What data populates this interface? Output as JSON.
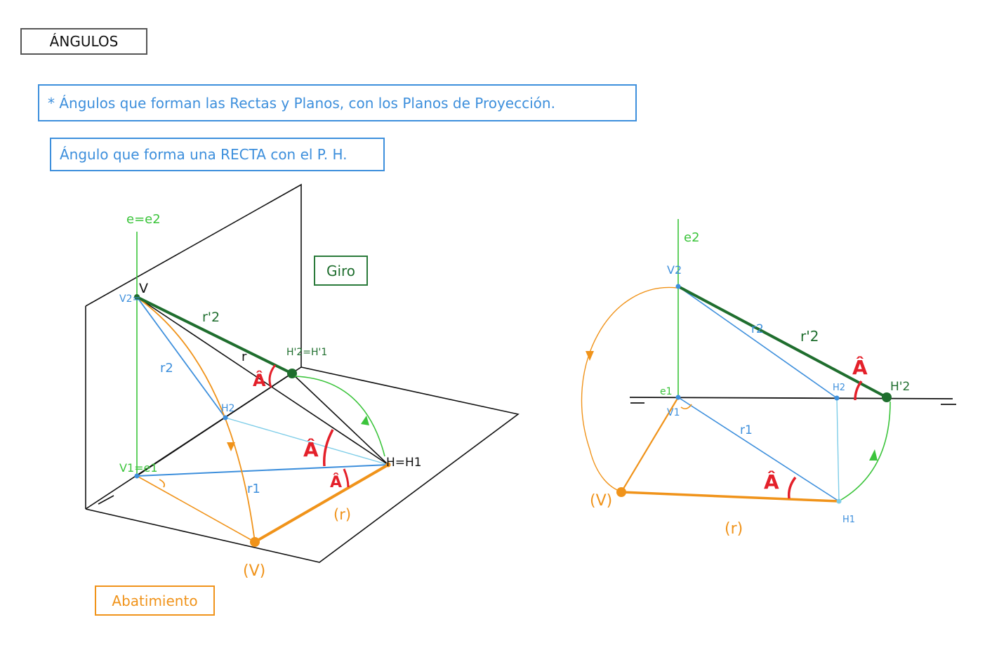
{
  "header": {
    "title": "ÁNGULOS",
    "subtitle": "* Ángulos que forman las Rectas y Planos, con los Planos de Proyección.",
    "section": "Ángulo que forma una RECTA con el P. H."
  },
  "methods": {
    "rotation": "Giro",
    "folding": "Abatimiento"
  },
  "colors": {
    "title_border": "#555555",
    "blue": "#3d8fdc",
    "light_blue": "#7ecde8",
    "green": "#1f6e2e",
    "light_green": "#3bc43b",
    "orange": "#f0931a",
    "red": "#e4202a",
    "black": "#111111"
  },
  "left_figure": {
    "labels": {
      "e_axis": "e=e2",
      "v": "V",
      "v2": "V2=",
      "r2_prime": "r'2",
      "r": "r",
      "r2": "r2",
      "h2_prime": "H'2=H'1",
      "angle_a1": "Â",
      "h2": "H2",
      "angle_a2": "Â",
      "v1": "V1=e1",
      "r1": "r1",
      "angle_a3": "Â",
      "h": "H=H1",
      "r_folded": "(r)",
      "v_folded": "(V)"
    }
  },
  "right_figure": {
    "labels": {
      "e2": "e2",
      "v2": "V2",
      "r2": "r2",
      "r2_prime": "r'2",
      "angle_a1": "Â",
      "h2": "H2",
      "h2_prime": "H'2",
      "e1": "e1",
      "v1": "V1",
      "r1": "r1",
      "angle_a2": "Â",
      "v_folded": "(V)",
      "h1": "H1",
      "r_folded": "(r)"
    }
  }
}
